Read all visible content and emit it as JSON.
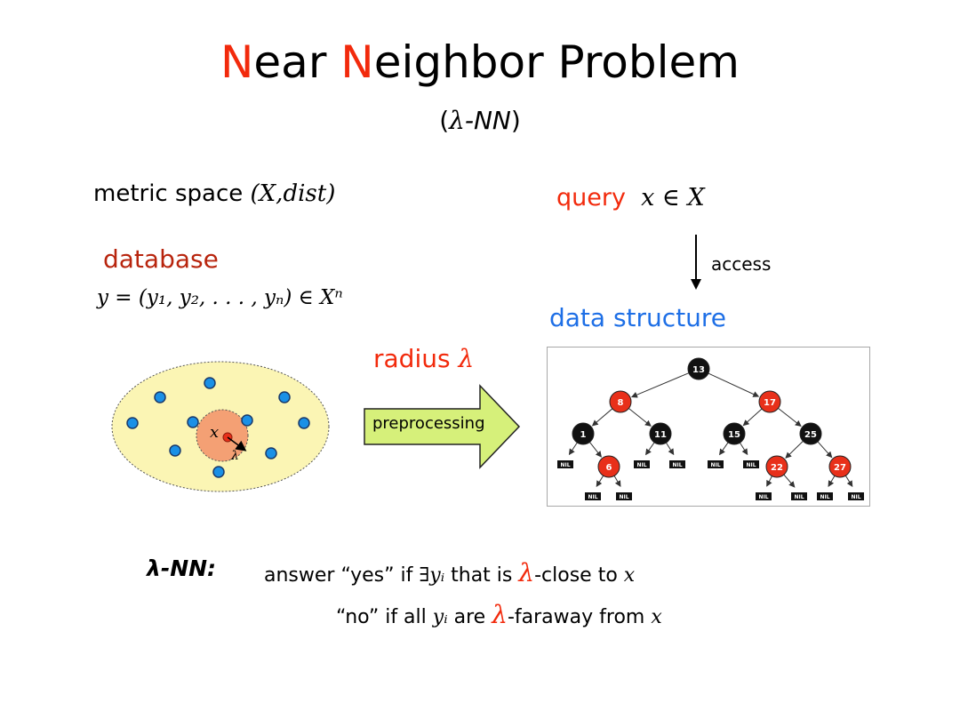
{
  "slide": {
    "title_parts": [
      {
        "text": "N",
        "accent": true
      },
      {
        "text": "ear ",
        "accent": false
      },
      {
        "text": "N",
        "accent": true
      },
      {
        "text": "eighbor Problem",
        "accent": false
      }
    ],
    "subtitle": {
      "open": "(",
      "lambda": "λ",
      "rest": "-NN",
      "close": ")"
    }
  },
  "labels": {
    "metric_text": "metric space ",
    "metric_math": "(X,dist)",
    "query_text": "query",
    "query_math": "x ∈ X",
    "database": "database",
    "database_formula": "y = (y₁, y₂, . . . , yₙ) ∈ Xⁿ",
    "access": "access",
    "data_structure": "data structure",
    "radius_text": "radius ",
    "radius_symbol": "λ",
    "preprocessing": "preprocessing",
    "center_x": "x",
    "center_lambda": "λ"
  },
  "definition": {
    "label": "λ-NN:",
    "line1": {
      "a": "answer “yes” if ",
      "b": "∃",
      "yi": "yᵢ",
      "c": " that is ",
      "lam": "λ",
      "d": "-close to ",
      "x": "x"
    },
    "line2": {
      "a": "“no” if all ",
      "yi": "yᵢ",
      "c": " are ",
      "lam": "λ",
      "d": "-faraway from ",
      "x": "x"
    }
  },
  "tree": {
    "nodes": [
      {
        "label": "13",
        "color": "black"
      },
      {
        "label": "8",
        "color": "red"
      },
      {
        "label": "17",
        "color": "red"
      },
      {
        "label": "1",
        "color": "black"
      },
      {
        "label": "11",
        "color": "black"
      },
      {
        "label": "15",
        "color": "black"
      },
      {
        "label": "25",
        "color": "black"
      },
      {
        "label": "6",
        "color": "red"
      },
      {
        "label": "22",
        "color": "red"
      },
      {
        "label": "27",
        "color": "red"
      }
    ],
    "nil_label": "NIL"
  },
  "colors": {
    "accent_red": "#f22a0c",
    "dark_red": "#b8250e",
    "blue": "#1e6fe6",
    "point_blue": "#1a90e6",
    "ellipse_fill": "#fbf5b4",
    "ball_fill": "#f4a074",
    "arrow_fill": "#d6f07a"
  }
}
